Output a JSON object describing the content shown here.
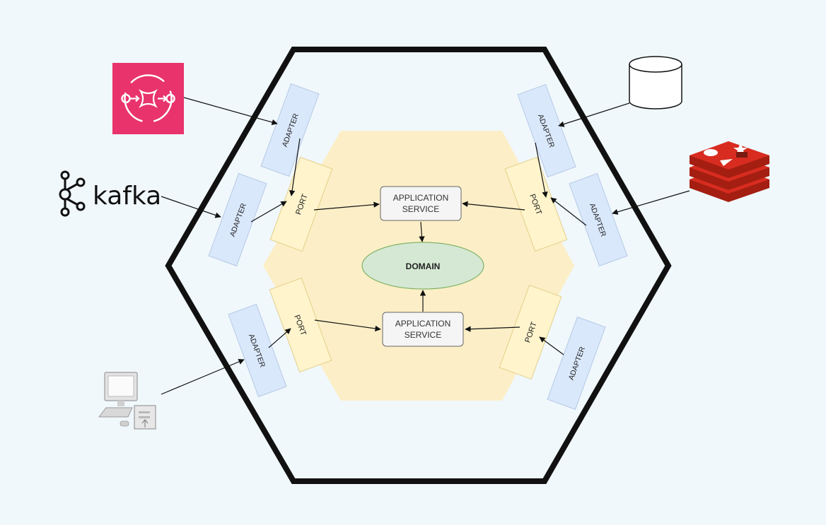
{
  "diagram": {
    "core": {
      "domain": "DOMAIN",
      "services": [
        {
          "line1": "APPLICATION",
          "line2": "SERVICE"
        },
        {
          "line1": "APPLICATION",
          "line2": "SERVICE"
        }
      ]
    },
    "ports": [
      "PORT",
      "PORT",
      "PORT",
      "PORT"
    ],
    "adapters": [
      "ADAPTER",
      "ADAPTER",
      "ADAPTER",
      "ADAPTER",
      "ADAPTER",
      "ADAPTER"
    ],
    "external": {
      "kafka_label": "kafka",
      "icons": [
        "sqs-queue-icon",
        "kafka-logo-icon",
        "desktop-computer-icon",
        "database-cylinder-icon",
        "redis-logo-icon"
      ]
    },
    "colors": {
      "background": "#f0f8fc",
      "core_fill": "#fcefc7",
      "port_fill": "#fff4cc",
      "port_stroke": "#e4cf88",
      "adapter_fill": "#dae8fc",
      "adapter_stroke": "#b6c9e4",
      "domain_fill": "#d5e8d4",
      "domain_stroke": "#82b366",
      "service_fill": "#f5f5f5",
      "sqs_pink": "#e8336d",
      "redis_red": "#c6302b"
    }
  }
}
